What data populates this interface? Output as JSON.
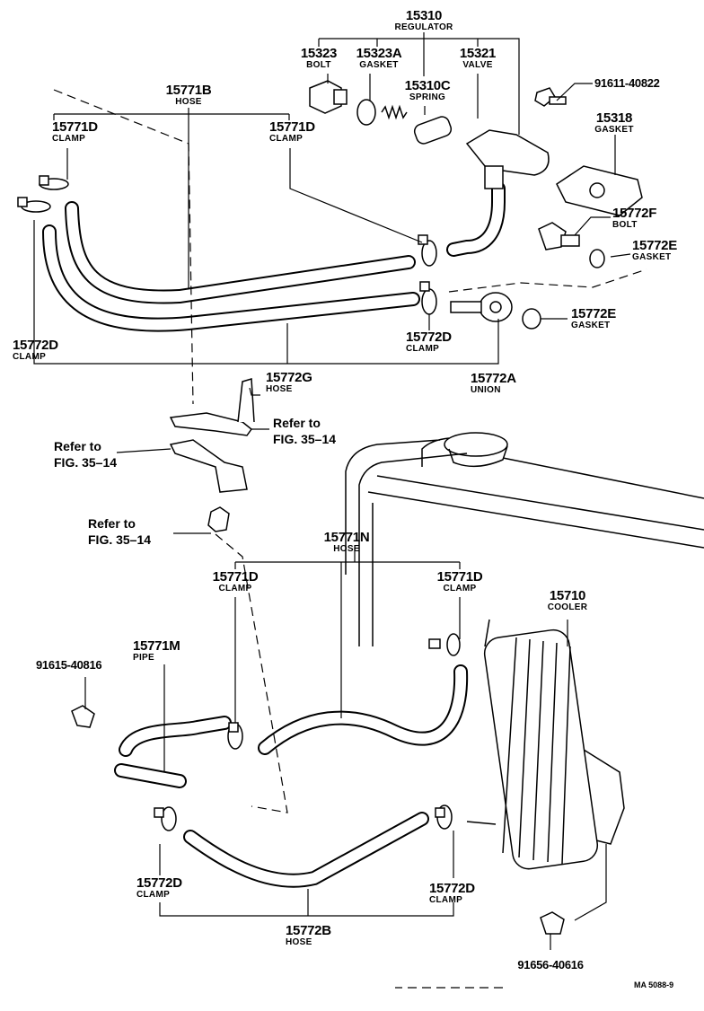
{
  "title": "Oil cooler parts diagram",
  "parts": [
    {
      "number": "15310",
      "name": "REGULATOR"
    },
    {
      "number": "15323",
      "name": "BOLT"
    },
    {
      "number": "15323A",
      "name": "GASKET"
    },
    {
      "number": "15321",
      "name": "VALVE"
    },
    {
      "number": "15310C",
      "name": "SPRING"
    },
    {
      "number": "91611-40822",
      "name": ""
    },
    {
      "number": "15318",
      "name": "GASKET"
    },
    {
      "number": "15771B",
      "name": "HOSE"
    },
    {
      "number": "15771D",
      "name": "CLAMP"
    },
    {
      "number": "15771D",
      "name": "CLAMP"
    },
    {
      "number": "15772F",
      "name": "BOLT"
    },
    {
      "number": "15772E",
      "name": "GASKET"
    },
    {
      "number": "15772E",
      "name": "GASKET"
    },
    {
      "number": "15772D",
      "name": "CLAMP"
    },
    {
      "number": "15772D",
      "name": "CLAMP"
    },
    {
      "number": "15772G",
      "name": "HOSE"
    },
    {
      "number": "15772A",
      "name": "UNION"
    },
    {
      "number": "15771N",
      "name": "HOSE"
    },
    {
      "number": "15771D",
      "name": "CLAMP"
    },
    {
      "number": "15771D",
      "name": "CLAMP"
    },
    {
      "number": "15710",
      "name": "COOLER"
    },
    {
      "number": "15771M",
      "name": "PIPE"
    },
    {
      "number": "91615-40816",
      "name": ""
    },
    {
      "number": "15772D",
      "name": "CLAMP"
    },
    {
      "number": "15772D",
      "name": "CLAMP"
    },
    {
      "number": "15772B",
      "name": "HOSE"
    },
    {
      "number": "91656-40616",
      "name": ""
    }
  ],
  "refs": [
    {
      "line1": "Refer to",
      "line2": "FIG. 35–14"
    },
    {
      "line1": "Refer to",
      "line2": "FIG. 35–14"
    },
    {
      "line1": "Refer to",
      "line2": "FIG. 35–14"
    }
  ],
  "drawing_code": "MA 5088-9"
}
